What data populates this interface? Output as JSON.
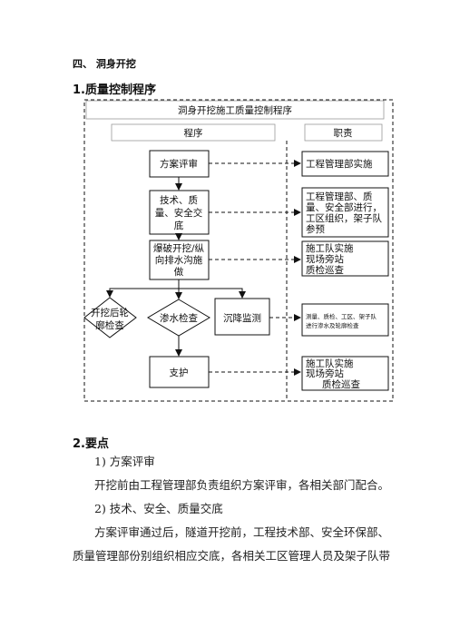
{
  "headings": {
    "section": "四、 洞身开挖",
    "sub1": "1.质量控制程序",
    "sub2": "2.要点"
  },
  "flowchart": {
    "title": "洞身开挖施工质量控制程序",
    "col_procedure": "程序",
    "col_duty": "职责",
    "steps": {
      "review": "方案评审",
      "briefing": [
        "技术、质",
        "量、安全交",
        "底"
      ],
      "blast": [
        "爆破开挖/纵",
        "向排水沟施",
        "做"
      ],
      "contour": [
        "开挖后轮",
        "廓检查"
      ],
      "seepage": "渗水检查",
      "settlement": "沉降监测",
      "support": "支护"
    },
    "duties": {
      "d1": [
        "工程管理部实施"
      ],
      "d2": [
        "工程管理部、质",
        "量、安全部进行，",
        "工区组织，架子队",
        "参预"
      ],
      "d3": [
        "施工队实施",
        "现场旁站",
        "质检巡查"
      ],
      "d4": [
        "测量、质检、工区、架子队",
        "进行渗水及轮廓检查"
      ],
      "d5": [
        "施工队实施",
        "现场旁站",
        "质检巡查"
      ]
    }
  },
  "body": {
    "item1_title": "1) 方案评审",
    "item1_text": "开挖前由工程管理部负责组织方案评审，各相关部门配合。",
    "item2_title": "2) 技术、安全、质量交底",
    "item2_line1": "方案评审通过后，隧道开挖前，工程技术部、安全环保部、",
    "item2_line2": "质量管理部份别组织相应交底，各相关工区管理人员及架子队带"
  }
}
